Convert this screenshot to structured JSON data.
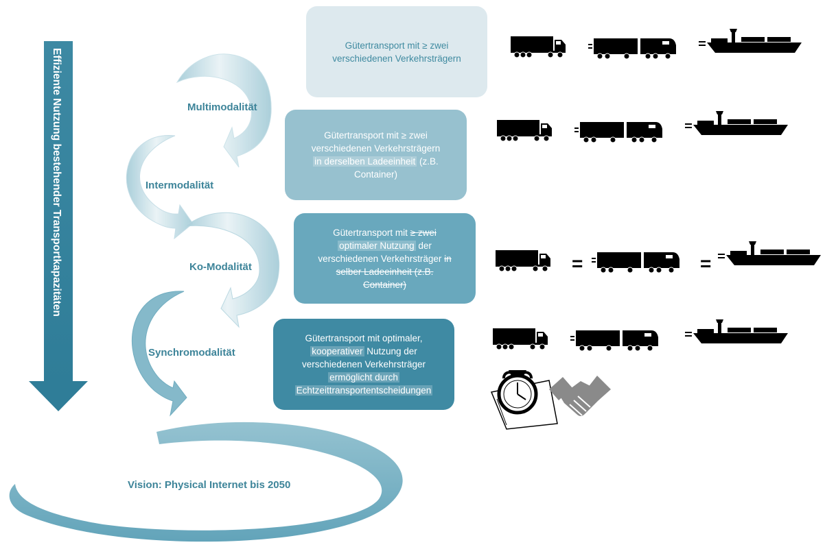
{
  "vertical_arrow": {
    "label": "Effiziente Nutzung bestehender Transportkapazitäten"
  },
  "stages": [
    {
      "name": "Multimodalität"
    },
    {
      "name": "Intermodalität"
    },
    {
      "name": "Ko-Modalität"
    },
    {
      "name": "Synchromodalität"
    }
  ],
  "vision": {
    "label": "Vision: Physical Internet bis 2050"
  },
  "boxes": {
    "multimodal": {
      "line1": "Gütertransport mit ≥ zwei",
      "line2": "verschiedenen Verkehrsträgern"
    },
    "intermodal": {
      "line1": "Gütertransport mit ≥ zwei",
      "line2": "verschiedenen Verkehrsträgern",
      "line3_highlight": "in derselben Ladeeinheit",
      "line3_rest": " (z.B.",
      "line4": "Container)"
    },
    "komodal": {
      "line1_plain": "Gütertransport mit ",
      "line1_struck": "≥ zwei",
      "line2_highlight": "optimaler Nutzung",
      "line2_rest": " der",
      "line3_plain": "verschiedenen Verkehrsträger ",
      "line3_struck": "in",
      "line4_struck": "selber Ladeeinheit (z.B.",
      "line5_struck": "Container)"
    },
    "synchromodal": {
      "line1": "Gütertransport mit optimaler,",
      "line2_highlight": "kooperativer",
      "line2_rest": " Nutzung der",
      "line3": "verschiedenen Verkehrsträger",
      "line4_highlight": "ermöglicht durch",
      "line5_highlight": "Echtzeittransportentscheidungen"
    }
  },
  "transport_rows": [
    {
      "vehicles": [
        "truck-icon",
        "train-icon",
        "ship-icon"
      ],
      "separator": ""
    },
    {
      "vehicles": [
        "truck-icon",
        "train-icon",
        "ship-icon"
      ],
      "separator": ""
    },
    {
      "vehicles": [
        "truck-icon",
        "train-icon",
        "ship-icon"
      ],
      "separator": "="
    },
    {
      "vehicles": [
        "truck-icon",
        "train-icon",
        "ship-icon"
      ],
      "separator": ""
    }
  ],
  "extra_icons": [
    "alarm-clock-icon",
    "handshake-icon"
  ],
  "colors": {
    "arrow_dark": "#3d8ba4",
    "arrow_light": "#dcebf0",
    "stage_text": "#3d8499",
    "box1": "#dde9ee",
    "box2": "#97c1cf",
    "box3": "#69a8bd",
    "box4": "#3f8aa3"
  }
}
